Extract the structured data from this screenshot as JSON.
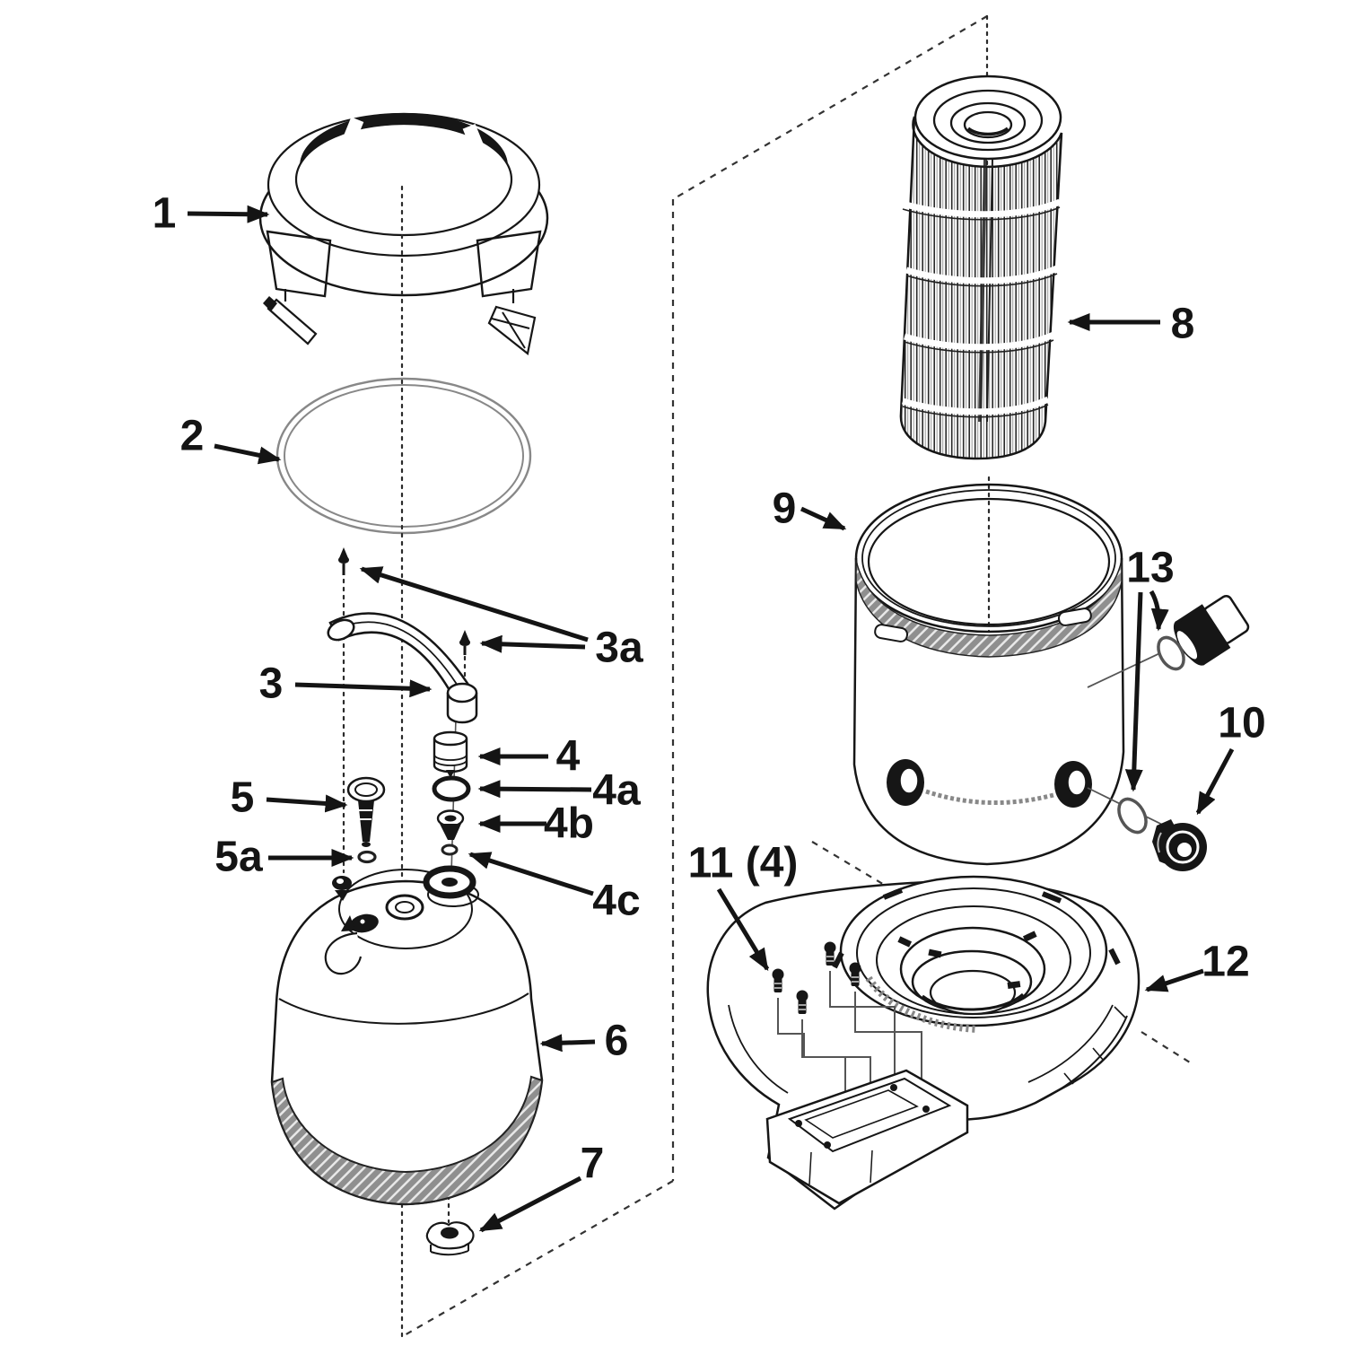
{
  "figure": {
    "kind": "exploded-parts-diagram",
    "background": "#ffffff",
    "line_color": "#161616",
    "gray_line_color": "#777777"
  },
  "callouts": [
    {
      "id": "c1",
      "label": "1",
      "shape": "lock-ring-clamp"
    },
    {
      "id": "c2",
      "label": "2",
      "shape": "tank-o-ring"
    },
    {
      "id": "c3",
      "label": "3",
      "shape": "handle"
    },
    {
      "id": "c3a",
      "label": "3a",
      "shape": "handle-screws"
    },
    {
      "id": "c4",
      "label": "4",
      "shape": "valve-cap"
    },
    {
      "id": "c4a",
      "label": "4a",
      "shape": "cap-o-ring"
    },
    {
      "id": "c4b",
      "label": "4b",
      "shape": "valve-stem"
    },
    {
      "id": "c4c",
      "label": "4c",
      "shape": "stem-o-ring"
    },
    {
      "id": "c5",
      "label": "5",
      "shape": "plug"
    },
    {
      "id": "c5a",
      "label": "5a",
      "shape": "plug-o-ring"
    },
    {
      "id": "c6",
      "label": "6",
      "shape": "tank-lid"
    },
    {
      "id": "c7",
      "label": "7",
      "shape": "wing-nut"
    },
    {
      "id": "c8",
      "label": "8",
      "shape": "filter-cartridge"
    },
    {
      "id": "c9",
      "label": "9",
      "shape": "tank-body"
    },
    {
      "id": "c10",
      "label": "10",
      "shape": "threaded-fitting"
    },
    {
      "id": "c11",
      "label": "11 (4)",
      "shape": "base-screws"
    },
    {
      "id": "c12",
      "label": "12",
      "shape": "filter-base"
    },
    {
      "id": "c13",
      "label": "13",
      "shape": "fitting-o-rings"
    }
  ]
}
